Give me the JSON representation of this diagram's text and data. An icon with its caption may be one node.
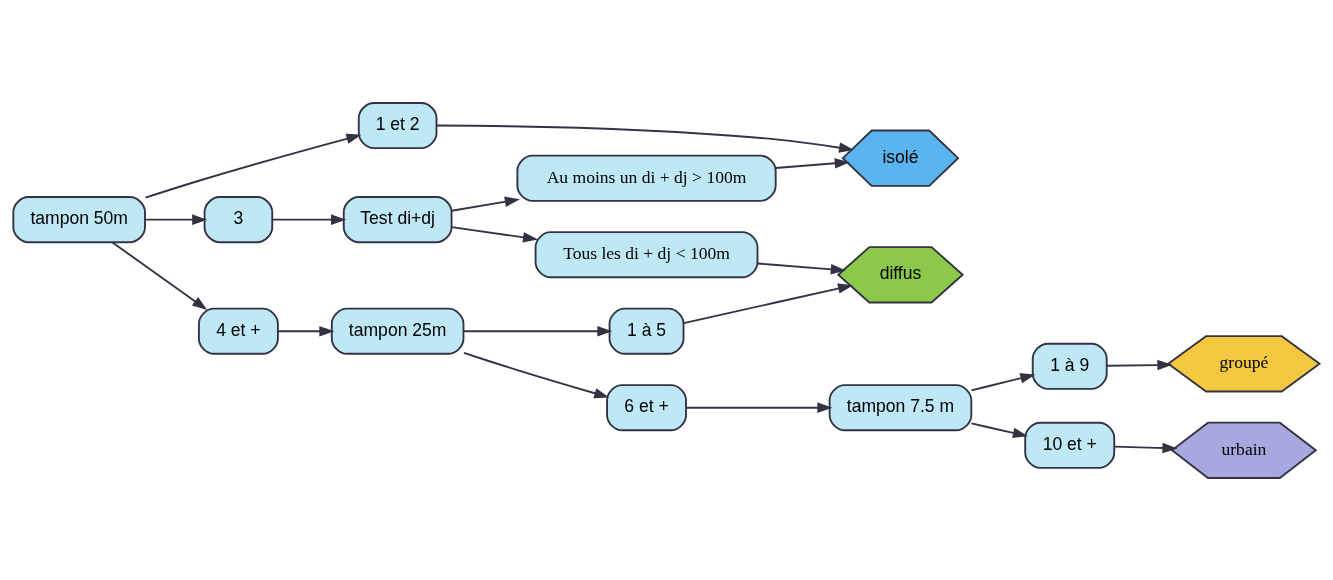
{
  "diagram": {
    "nodes": [
      {
        "text": [
          "tampon 50m"
        ]
      },
      {
        "text": [
          "1 et 2"
        ]
      },
      {
        "text": [
          "3"
        ]
      },
      {
        "text": [
          "4 et +"
        ]
      },
      {
        "text": [
          "Test di+dj"
        ]
      },
      {
        "text": [
          "Au moins un di + dj > 100m"
        ]
      },
      {
        "text": [
          "Tous les di + dj < 100m"
        ]
      },
      {
        "text": [
          "tampon 25m"
        ]
      },
      {
        "text": [
          "1 à 5"
        ]
      },
      {
        "text": [
          "6 et +"
        ]
      },
      {
        "text": [
          "tampon 7.5 m"
        ]
      },
      {
        "text": [
          "1 à 9"
        ]
      },
      {
        "text": [
          "10 et +"
        ]
      },
      {
        "text": [
          "isolé"
        ]
      },
      {
        "text": [
          "diffus"
        ]
      },
      {
        "text": [
          "groupé"
        ]
      },
      {
        "text": [
          "urbain"
        ]
      }
    ],
    "edges": [
      {
        "from": 0,
        "to": 1,
        "arrow": "to"
      },
      {
        "from": 0,
        "to": 2,
        "arrow": "to"
      },
      {
        "from": 0,
        "to": 3,
        "arrow": "to"
      },
      {
        "from": 1,
        "to": 13,
        "arrow": "to"
      },
      {
        "from": 2,
        "to": 4,
        "arrow": "to"
      },
      {
        "from": 4,
        "to": 5,
        "arrow": "to"
      },
      {
        "from": 4,
        "to": 6,
        "arrow": "to"
      },
      {
        "from": 5,
        "to": 13,
        "arrow": "to"
      },
      {
        "from": 6,
        "to": 14,
        "arrow": "to"
      },
      {
        "from": 3,
        "to": 7,
        "arrow": "to"
      },
      {
        "from": 7,
        "to": 8,
        "arrow": "to"
      },
      {
        "from": 7,
        "to": 9,
        "arrow": "to"
      },
      {
        "from": 8,
        "to": 14,
        "arrow": "to"
      },
      {
        "from": 9,
        "to": 10,
        "arrow": "to"
      },
      {
        "from": 10,
        "to": 11,
        "arrow": "to"
      },
      {
        "from": 10,
        "to": 12,
        "arrow": "to"
      },
      {
        "from": 11,
        "to": 15,
        "arrow": "to"
      },
      {
        "from": 12,
        "to": 16,
        "arrow": "to"
      }
    ]
  }
}
